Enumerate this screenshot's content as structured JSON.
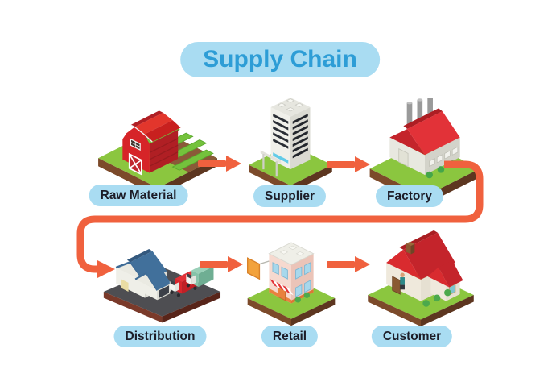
{
  "title": {
    "text": "Supply Chain"
  },
  "colors": {
    "background": "#ffffff",
    "pill_bg": "#a9dcf2",
    "title_text": "#2d9dd6",
    "label_text": "#1d1d28",
    "arrow": "#f0613e"
  },
  "nodes": [
    {
      "id": "raw-material",
      "label": "Raw Material",
      "icon": "barn-farm-icon",
      "row": "top"
    },
    {
      "id": "supplier",
      "label": "Supplier",
      "icon": "office-building-icon",
      "row": "top"
    },
    {
      "id": "factory",
      "label": "Factory",
      "icon": "factory-building-icon",
      "row": "top"
    },
    {
      "id": "distribution",
      "label": "Distribution",
      "icon": "warehouse-trucks-icon",
      "row": "bottom"
    },
    {
      "id": "retail",
      "label": "Retail",
      "icon": "retail-store-icon",
      "row": "bottom"
    },
    {
      "id": "customer",
      "label": "Customer",
      "icon": "house-icon",
      "row": "bottom"
    }
  ],
  "flow": [
    {
      "from": "Raw Material",
      "to": "Supplier"
    },
    {
      "from": "Supplier",
      "to": "Factory"
    },
    {
      "from": "Factory",
      "to": "Distribution"
    },
    {
      "from": "Distribution",
      "to": "Retail"
    },
    {
      "from": "Retail",
      "to": "Customer"
    }
  ]
}
